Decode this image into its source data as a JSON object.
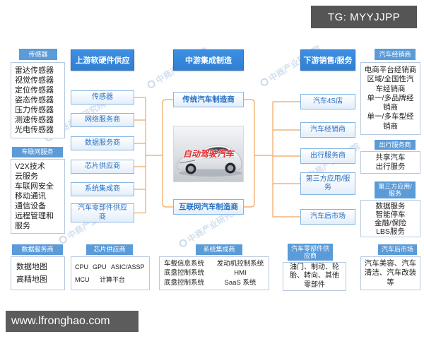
{
  "tag": "TG: MYYJJPP",
  "website": "www.lfronghao.com",
  "watermark": "中商产业研究院",
  "colors": {
    "header_blue": "#2f7fd3",
    "subheader_blue": "#5b9bd8",
    "item_text_blue": "#2770c2",
    "connector_orange": "#f0a55c",
    "caption_red": "#e02a2a"
  },
  "upstream": {
    "title": "上游软硬件供应",
    "items": [
      "传感器",
      "网络服务商",
      "数据服务商",
      "芯片供应商",
      "系统集成商",
      "汽车零部件供应\n商"
    ]
  },
  "midstream": {
    "title": "中游集成制造",
    "traditional": "传统汽车制造商",
    "image_caption": "自动驾驶汽车",
    "internet": "互联网汽车制造商"
  },
  "downstream": {
    "title": "下游销售/服务",
    "items": [
      "汽车4S店",
      "汽车经销商",
      "出行服务商",
      "第三方应用/服\n务",
      "汽车后市场"
    ]
  },
  "panels": {
    "sensors": {
      "title": "传感器",
      "items": [
        "雷达传感器",
        "视觉传感器",
        "定位传感器",
        "姿态传感器",
        "压力传感器",
        "测速传感器",
        "光电传感器"
      ]
    },
    "iov": {
      "title": "车联网服务",
      "items": [
        "V2X技术",
        "云服务",
        "车联网安全",
        "移动通讯",
        "通信设备",
        "远程管理和\n服务"
      ]
    },
    "data": {
      "title": "数据服务商",
      "items": [
        "数据地图",
        "高精地图"
      ]
    },
    "chips": {
      "title": "芯片供应商",
      "items": [
        "CPU",
        "GPU",
        "ASIC/ASSP",
        "MCU",
        "计算平台"
      ]
    },
    "system": {
      "title": "系统集成商",
      "items": [
        "车载信息系统",
        "发动机控制系统",
        "底盘控制系统",
        "HMI",
        "底盘控制系统",
        "SaaS 系统"
      ]
    },
    "parts": {
      "title": "汽车零部件供\n应商",
      "text": "油门、制动、轮\n胎、转向、其他\n零部件"
    },
    "dealers": {
      "title": "汽车经销商",
      "items": [
        "电商平台经销商",
        "区域/全国性汽\n车经销商",
        "单一/多品牌经\n销商",
        "单一/多车型经\n销商"
      ]
    },
    "mobility": {
      "title": "出行服务商",
      "items": [
        "共享汽车",
        "出行服务"
      ]
    },
    "third_party": {
      "title": "第三方应用/\n服务",
      "items": [
        "数据服务",
        "智能停车",
        "金融/保险",
        "LBS服务"
      ]
    },
    "aftermarket": {
      "title": "汽车后市场",
      "text": "汽车美容、汽车\n清洁、汽车改装\n等"
    }
  }
}
